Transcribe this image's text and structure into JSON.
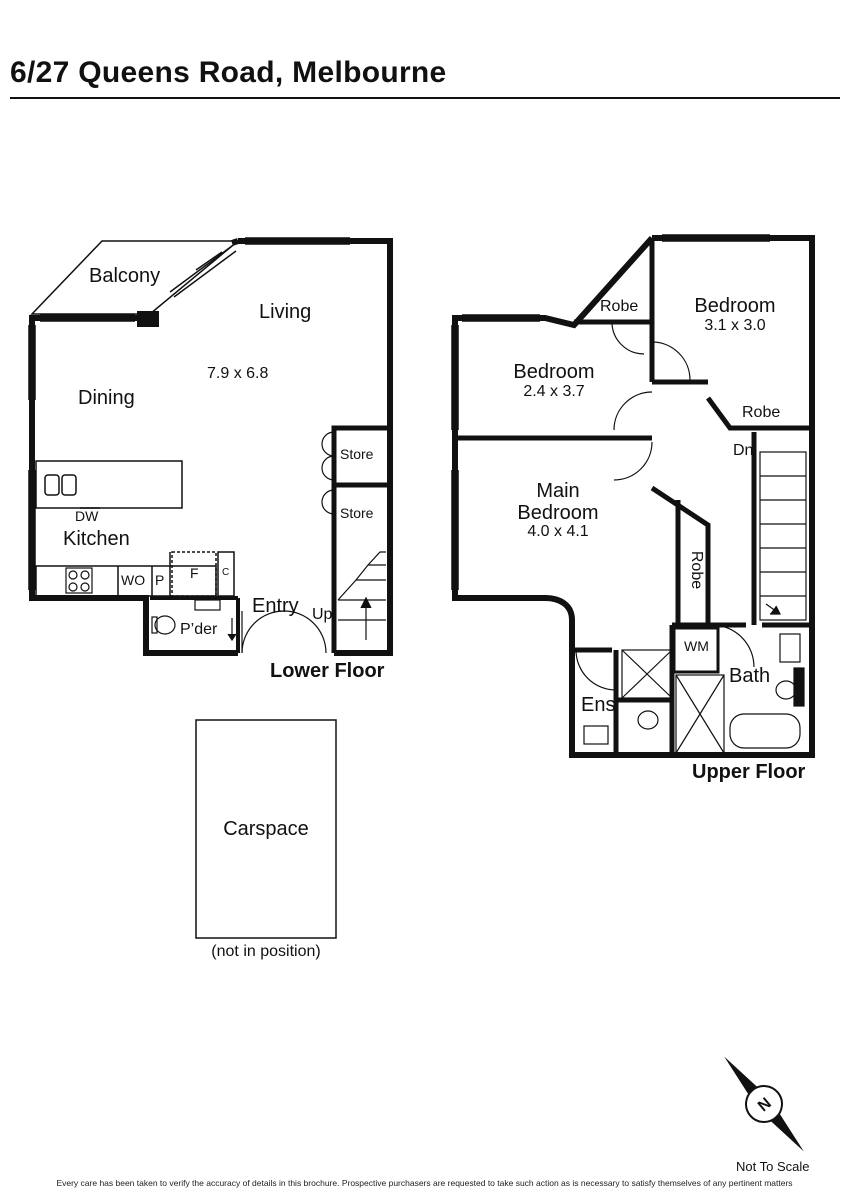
{
  "header": {
    "title": "6/27 Queens Road, Melbourne"
  },
  "lower_floor": {
    "label": "Lower Floor",
    "rooms": {
      "balcony": "Balcony",
      "living": "Living",
      "living_dims": "7.9 x 6.8",
      "dining": "Dining",
      "kitchen": "Kitchen",
      "dw": "DW",
      "wo": "WO",
      "p": "P",
      "f": "F",
      "c": "C",
      "powder": "P’der",
      "entry": "Entry",
      "up": "Up",
      "store1": "Store",
      "store2": "Store"
    }
  },
  "upper_floor": {
    "label": "Upper Floor",
    "rooms": {
      "robe1": "Robe",
      "bedroom1": "Bedroom",
      "bedroom1_dims": "3.1 x 3.0",
      "bedroom2": "Bedroom",
      "bedroom2_dims": "2.4 x 3.7",
      "robe2": "Robe",
      "dn": "Dn",
      "main_bedroom_1": "Main",
      "main_bedroom_2": "Bedroom",
      "main_bedroom_dims": "4.0 x 4.1",
      "robe3": "Robe",
      "wm": "WM",
      "bath": "Bath",
      "ens": "Ens"
    }
  },
  "carspace": {
    "label": "Carspace",
    "note": "(not in position)"
  },
  "compass": {
    "letter": "N"
  },
  "footer": {
    "not_to_scale": "Not To Scale",
    "disclaimer": "Every care has been taken to verify the accuracy of details in this brochure. Prospective purchasers are requested to take such action as is necessary to satisfy themselves of any pertinent matters"
  }
}
